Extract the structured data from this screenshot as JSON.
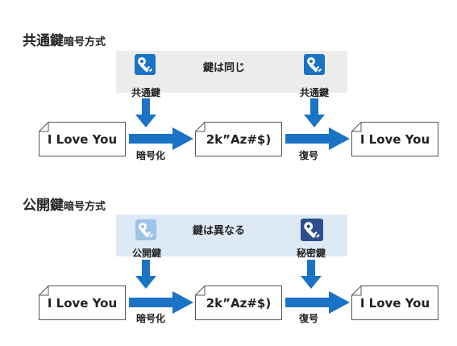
{
  "sections": {
    "common": {
      "title_main": "共通鍵",
      "title_sub": "暗号方式",
      "band_label": "鍵は同じ",
      "left_key_label": "共通鍵",
      "right_key_label": "共通鍵",
      "left_key_color": "#1a73c4",
      "right_key_color": "#1a73c4",
      "band_color": "#ececec",
      "doc_plain_left": "I Love You",
      "doc_cipher": "2k”Az#$)",
      "doc_plain_right": "I Love You",
      "encrypt_label": "暗号化",
      "decrypt_label": "復号"
    },
    "public": {
      "title_main": "公開鍵",
      "title_sub": "暗号方式",
      "band_label": "鍵は異なる",
      "left_key_label": "公開鍵",
      "right_key_label": "秘密鍵",
      "left_key_color": "#9ec3e8",
      "right_key_color": "#2d4f8e",
      "band_color": "#dde9f5",
      "doc_plain_left": "I Love You",
      "doc_cipher": "2k”Az#$)",
      "doc_plain_right": "I Love You",
      "encrypt_label": "暗号化",
      "decrypt_label": "復号"
    }
  },
  "arrow_color": "#1a73c4",
  "icons": [
    "key-icon"
  ]
}
